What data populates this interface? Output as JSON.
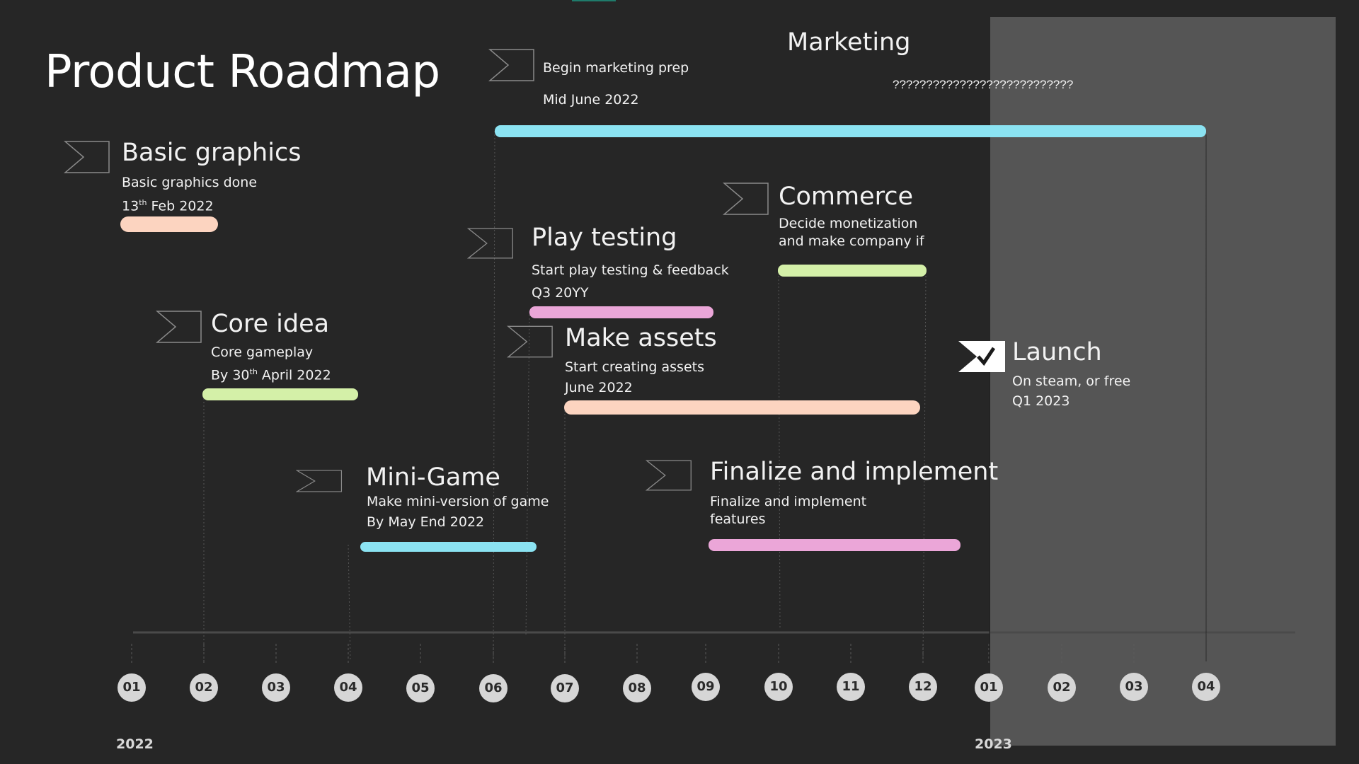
{
  "title": "Product Roadmap",
  "colors": {
    "background": "#262626",
    "shaded_region": "#555555",
    "cyan": "#8be3f2",
    "peach": "#fcd4c0",
    "green": "#d4f0a8",
    "pink": "#eba6d8"
  },
  "marketing": {
    "heading": "Marketing",
    "note": "???????????????????????????",
    "title": "Begin marketing prep",
    "date": "Mid June 2022"
  },
  "items": {
    "basic_graphics": {
      "title": "Basic graphics",
      "line1": "Basic graphics done",
      "day": "13",
      "suffix": "th",
      "rest": " Feb 2022"
    },
    "core_idea": {
      "title": "Core idea",
      "line1": "Core gameplay",
      "prefix": "By 30",
      "suffix": "th",
      "rest": " April 2022"
    },
    "mini_game": {
      "title": "Mini-Game",
      "line1": "Make mini-version of game",
      "line2": "By May End 2022"
    },
    "play_testing": {
      "title": "Play testing",
      "line1": "Start play testing & feedback",
      "line2": "Q3 20YY"
    },
    "make_assets": {
      "title": "Make assets",
      "line1": "Start creating assets",
      "line2": "June 2022"
    },
    "commerce": {
      "title": "Commerce",
      "line1": "Decide monetization",
      "line2": "and make company if"
    },
    "finalize": {
      "title": "Finalize and implement",
      "line1": "Finalize and implement",
      "line2": "features"
    },
    "launch": {
      "title": "Launch",
      "line1": "On steam, or free",
      "line2": "Q1 2023"
    }
  },
  "timeline": {
    "months_2022": [
      "01",
      "02",
      "03",
      "04",
      "05",
      "06",
      "07",
      "08",
      "09",
      "10",
      "11",
      "12"
    ],
    "months_2023": [
      "01",
      "02",
      "03",
      "04"
    ],
    "year_start": "2022",
    "year_end": "2023"
  }
}
